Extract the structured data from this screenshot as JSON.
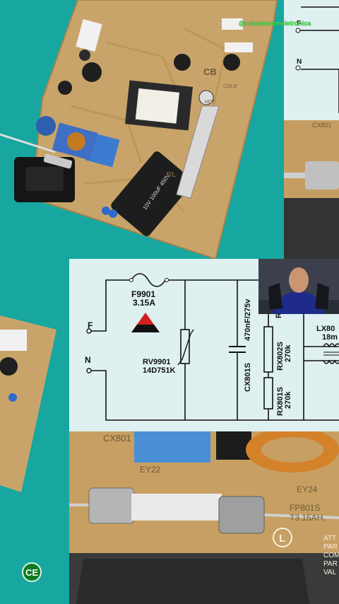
{
  "overlay": {
    "watermark": "@criandocomeletronica",
    "logo_text": "CE"
  },
  "schematic": {
    "terminal_f": "F",
    "terminal_n": "N",
    "fuse_ref": "F9901",
    "fuse_value": "3.15A",
    "varistor_ref": "RV9901",
    "varistor_value": "14D751K",
    "cap_ref": "CX801S",
    "cap_value": "470nF/275v",
    "r1_ref": "RX802S",
    "r1_value": "270k",
    "r2_ref": "RX801S",
    "r2_value": "270k",
    "r_partial": "R",
    "inductor_ref": "LX80",
    "inductor_value": "18m"
  },
  "right_strip": {
    "terminal_f": "F",
    "terminal_n": "N"
  },
  "bottom_photo": {
    "cx_label": "CX801",
    "ey22": "EY22",
    "ey24": "EY24",
    "fuse_ref": "FP801S",
    "fuse_rating": "T3.15AH,",
    "mark_l": "L",
    "att_lines": [
      "ATT",
      "PAR",
      "COM",
      "PAR",
      "VAL"
    ]
  },
  "board_photo": {
    "silk_cb": "CB",
    "silk_cold": "COLD",
    "silk_hot": "HOT",
    "silk_rl": "RL",
    "cap_text": "10V 100uF 450V"
  },
  "colors": {
    "background": "#17a7a0",
    "pcb": "#c9a46a",
    "schematic_bg": "#dff0f0",
    "fuse_symbol_red": "#d22020",
    "watermark_green": "#49e64a"
  }
}
